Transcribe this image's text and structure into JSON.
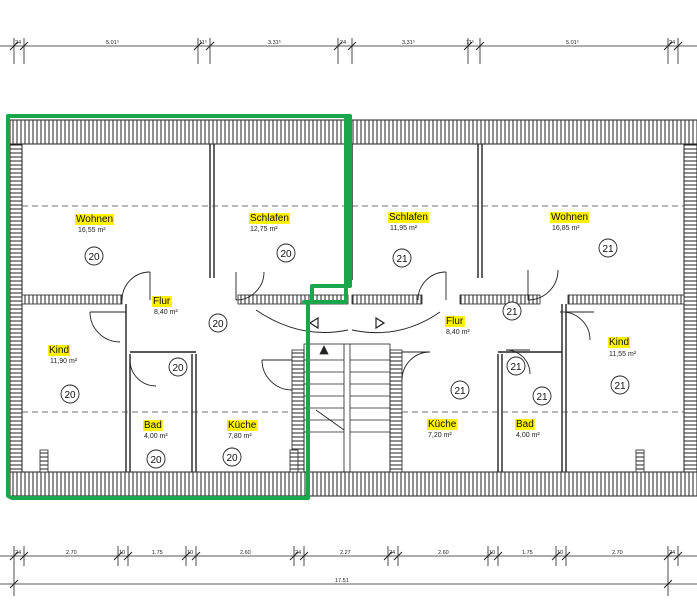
{
  "highlight_color": "#fff200",
  "selection_color": "#1aa64a",
  "rooms": {
    "wohnen_left": {
      "name": "Wohnen",
      "area": "16,55 m²",
      "unit": "20"
    },
    "schlafen_left": {
      "name": "Schlafen",
      "area": "12,75 m²",
      "unit": "20"
    },
    "flur_left": {
      "name": "Flur",
      "area": "8,40 m²",
      "unit": "20"
    },
    "kind_left": {
      "name": "Kind",
      "area": "11,90 m²",
      "unit": "20"
    },
    "bad_left": {
      "name": "Bad",
      "area": "4,00 m²",
      "unit": "20"
    },
    "kueche_left": {
      "name": "Küche",
      "area": "7,80 m²",
      "unit": "20"
    },
    "schlafen_right": {
      "name": "Schlafen",
      "area": "11,95 m²",
      "unit": "21"
    },
    "wohnen_right": {
      "name": "Wohnen",
      "area": "16,85 m²",
      "unit": "21"
    },
    "flur_right": {
      "name": "Flur",
      "area": "8,40 m²",
      "unit": "21"
    },
    "kind_right": {
      "name": "Kind",
      "area": "11,55 m²",
      "unit": "21"
    },
    "kueche_right": {
      "name": "Küche",
      "area": "7,20 m²",
      "unit": "21"
    },
    "bad_right": {
      "name": "Bad",
      "area": "4,00 m²",
      "unit": "21"
    }
  },
  "extra_unit_labels": {
    "flur_left_closet": "20",
    "flur_right_closet": "21",
    "bad_right_extra": "21"
  },
  "dimensions": {
    "top": [
      "24",
      "5.01⁵",
      "11⁵",
      "3.31⁵",
      "24",
      "3.31⁵",
      "11⁵",
      "5.01⁵",
      "24"
    ],
    "bottom": [
      "24",
      "2.70",
      "10",
      "1.75",
      "10",
      "2.60",
      "24",
      "2.27",
      "24",
      "2.60",
      "10",
      "1.75",
      "10",
      "2.70",
      "24"
    ],
    "total": "17.51"
  }
}
